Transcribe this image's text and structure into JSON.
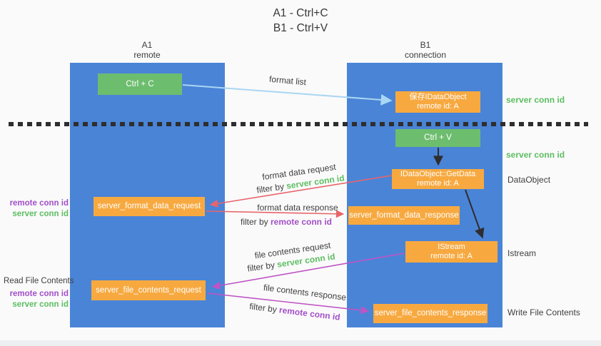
{
  "title": {
    "line1": "A1 - Ctrl+C",
    "line2": "B1 - Ctrl+V"
  },
  "lanes": {
    "left": {
      "name": "A1",
      "subtitle": "remote"
    },
    "right": {
      "name": "B1",
      "subtitle": "connection"
    }
  },
  "nodes": {
    "ctrl_c": "Ctrl + C",
    "save_idataobject": {
      "line1": "保存IDataObject",
      "line2": "remote id: A"
    },
    "ctrl_v": "Ctrl + V",
    "getdata": {
      "line1": "IDataObject::GetData",
      "line2": "remote id: A"
    },
    "format_request": "server_format_data_request",
    "format_response": "server_format_data_response",
    "istream": {
      "line1": "IStream",
      "line2": "remote id: A"
    },
    "file_request": "server_file_contents_request",
    "file_response": "server_file_contents_response"
  },
  "edge_labels": {
    "format_list": "format list",
    "format_data_request": "format data request",
    "format_data_response": "format data response",
    "file_contents_request": "file contents request",
    "file_contents_response": "file contents response",
    "filter_by": "filter by ",
    "server_conn_id": "server conn id",
    "remote_conn_id": "remote conn id"
  },
  "side_labels": {
    "server_conn_id_top": "server conn id",
    "server_conn_id_mid": "server conn id",
    "dataobject": "DataObject",
    "istream": "Istream",
    "write_file_contents": "Write File Contents",
    "read_file_contents": "Read File Contents",
    "remote_conn_id": "remote conn id",
    "server_conn_id": "server conn id"
  },
  "colors": {
    "lane_blue": "#4a84d7",
    "node_green": "#6dbd6e",
    "node_orange": "#f7a940",
    "arrow_light_blue": "#a9d6f3",
    "arrow_black": "#2e2e2e",
    "arrow_red": "#e8656a",
    "arrow_magenta": "#bf54c6",
    "id_green": "#5cbe62",
    "id_purple": "#a24fc8",
    "background": "#fafafa"
  }
}
